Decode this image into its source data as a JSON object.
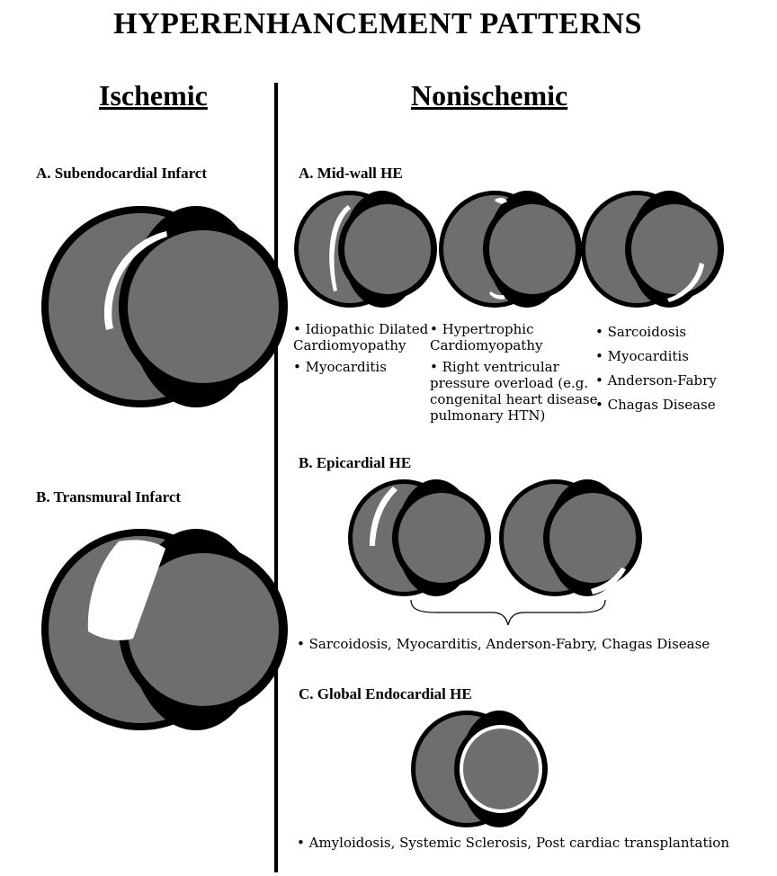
{
  "title": "HYPERENHANCEMENT PATTERNS",
  "columns": {
    "ischemic": "Ischemic",
    "nonischemic": "Nonischemic"
  },
  "ischemic": {
    "a_label": "A. Subendocardial Infarct",
    "b_label": "B. Transmural Infarct"
  },
  "nonischemic": {
    "midwall": {
      "label": "A. Mid-wall HE",
      "lists": [
        [
          "• Idiopathic Dilated",
          "Cardiomyopathy",
          "• Myocarditis"
        ],
        [
          "• Hypertrophic",
          "Cardiomyopathy",
          "• Right ventricular",
          "pressure overload (e.g.",
          "congenital heart disease,",
          "pulmonary HTN)"
        ],
        [
          "• Sarcoidosis",
          "• Myocarditis",
          "• Anderson-Fabry",
          "• Chagas Disease"
        ]
      ]
    },
    "epicardial": {
      "label": "B. Epicardial HE",
      "list": "• Sarcoidosis, Myocarditis, Anderson-Fabry, Chagas Disease"
    },
    "global": {
      "label": "C. Global Endocardial HE",
      "list": "• Amyloidosis, Systemic Sclerosis, Post cardiac transplantation"
    }
  },
  "colors": {
    "myocardium": "#000000",
    "cavity_gray": "#6e6e6e",
    "enhancement": "#ffffff",
    "text": "#000000"
  }
}
